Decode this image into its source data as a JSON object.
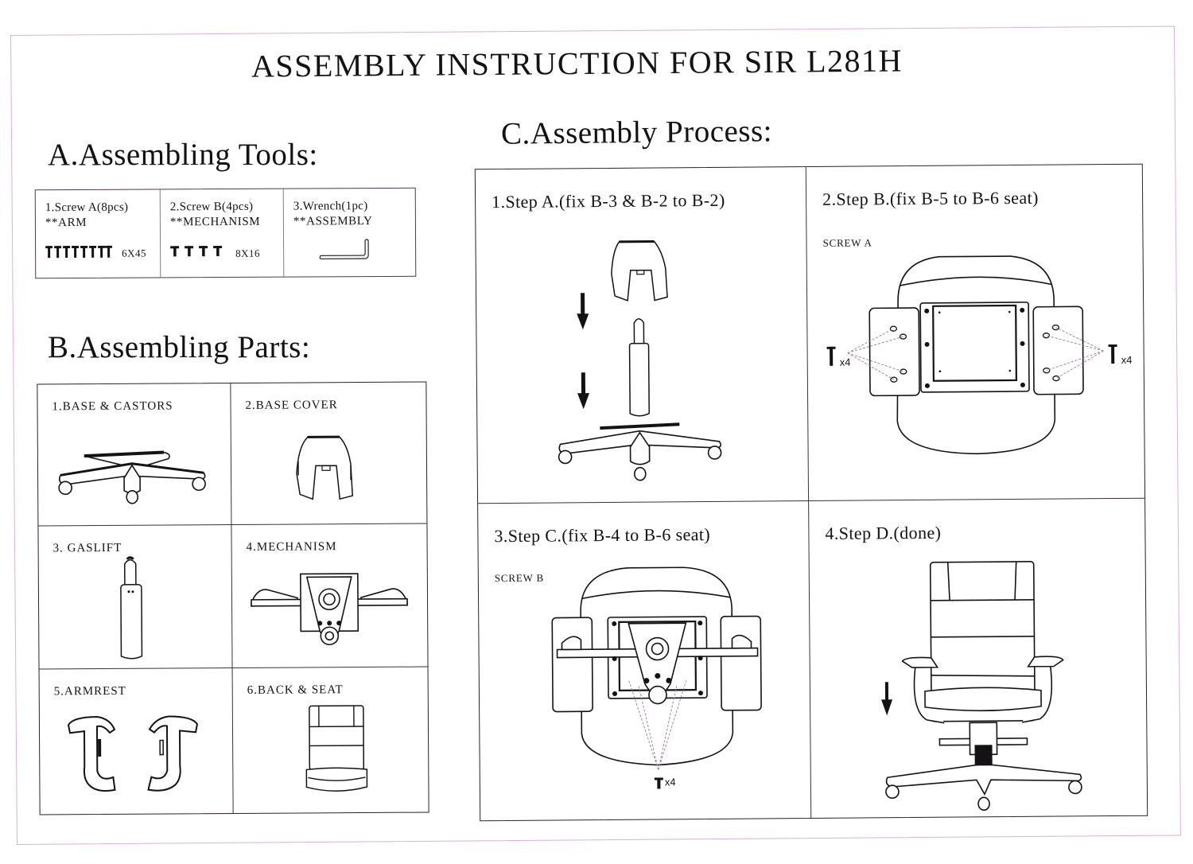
{
  "document": {
    "title": "ASSEMBLY INSTRUCTION FOR SIR L281H"
  },
  "sections": {
    "tools": {
      "heading": "A.Assembling Tools:",
      "items": [
        {
          "name": "1.Screw A(8pcs)",
          "usage": "**ARM",
          "spec": "6X45",
          "count": 8,
          "icon": "screw-icon"
        },
        {
          "name": "2.Screw B(4pcs)",
          "usage": "**MECHANISM",
          "spec": "8X16",
          "count": 4,
          "icon": "screw-icon"
        },
        {
          "name": "3.Wrench(1pc)",
          "usage": "**ASSEMBLY",
          "spec": "",
          "count": 1,
          "icon": "allen-wrench-icon"
        }
      ]
    },
    "parts": {
      "heading": "B.Assembling Parts:",
      "items": [
        {
          "label": "1.BASE & CASTORS",
          "icon": "chair-base-icon"
        },
        {
          "label": "2.BASE COVER",
          "icon": "base-cover-icon"
        },
        {
          "label": "3. GASLIFT",
          "icon": "gaslift-icon"
        },
        {
          "label": "4.MECHANISM",
          "icon": "mechanism-icon"
        },
        {
          "label": "5.ARMREST",
          "icon": "armrest-icon"
        },
        {
          "label": "6.BACK & SEAT",
          "icon": "back-seat-icon"
        }
      ]
    },
    "process": {
      "heading": "C.Assembly Process:",
      "steps": [
        {
          "label": "1.Step A.(fix B-3 & B-2 to B-2)",
          "screw_label": "",
          "qty": ""
        },
        {
          "label": "2.Step B.(fix B-5 to B-6 seat)",
          "screw_label": "SCREW A",
          "qty": "x4"
        },
        {
          "label": "3.Step C.(fix B-4 to B-6 seat)",
          "screw_label": "SCREW B",
          "qty": "x4"
        },
        {
          "label": "4.Step D.(done)",
          "screw_label": "",
          "qty": ""
        }
      ]
    }
  },
  "colors": {
    "ink": "#141214",
    "border_tint": "#d6b3d6",
    "paper": "#ffffff"
  }
}
